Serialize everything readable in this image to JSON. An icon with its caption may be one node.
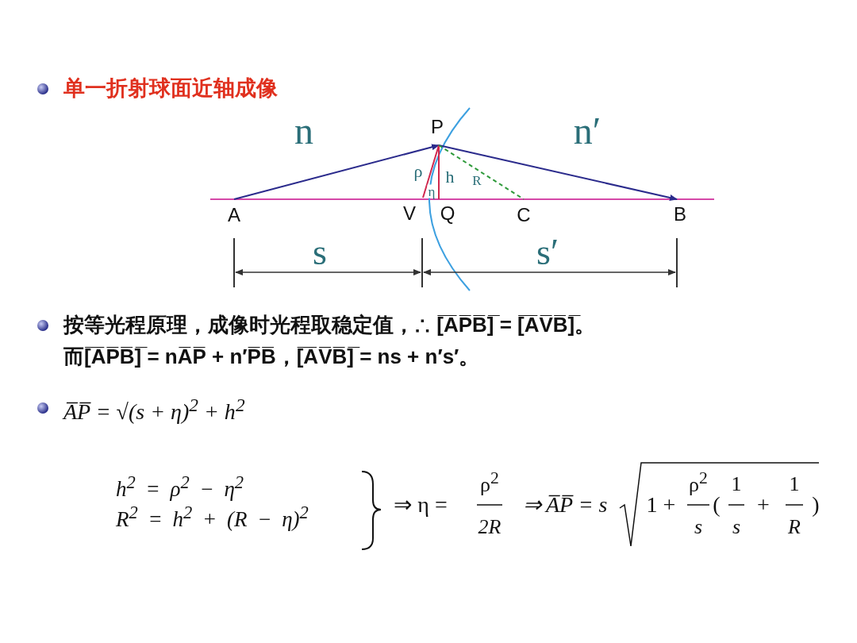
{
  "diagram": {
    "title": "单一折射球面近轴成像",
    "nodes": [
      {
        "text": [
          "P"
        ]
      },
      {
        "text": [
          "A"
        ]
      },
      {
        "text": [
          "V"
        ]
      },
      {
        "text": [
          "Q"
        ]
      },
      {
        "text": [
          "C"
        ]
      },
      {
        "text": [
          "B"
        ]
      }
    ],
    "edges": [
      {
        "from": 1,
        "to": 0,
        "arrow": "to"
      },
      {
        "from": 0,
        "to": 5,
        "arrow": "to"
      },
      {
        "from": 0,
        "to": 2,
        "arrow": "none",
        "label": "ρ",
        "color": "#d0284e"
      },
      {
        "from": 0,
        "to": 3,
        "arrow": "none",
        "label": "h",
        "color": "#d0284e"
      },
      {
        "from": 0,
        "to": 4,
        "arrow": "none",
        "label": "R",
        "style": "dashed",
        "color": "#2e9a3a"
      }
    ],
    "labels": [
      "n",
      "n′",
      "η",
      "s",
      "s′",
      "按等光程原理，成像时光程取稳定值，∴ [̅A̅P̅B̅]̅ = [̅A̅V̅B̅]̅。",
      "而[̅A̅P̅B̅]̅ = nA̅P̅ + n′P̅B̅，[̅A̅V̅B̅]̅ = ns + n′s′。",
      "A̅P̅ = √(s + η)$^{2}$ + h$^{2}$",
      "h$^{2}$ = ρ$^{2}$ − η$^{2}$",
      "R$^{2}$ = h$^{2}$ + (R − η)$^{2}$",
      "⇒ η =",
      "ρ$^{2}$",
      "2R",
      "⇒ A̅P̅ = s",
      "1 +",
      "ρ$^{2}$",
      "s",
      "(",
      "1",
      "s",
      "+",
      "1",
      "R",
      ")"
    ]
  }
}
